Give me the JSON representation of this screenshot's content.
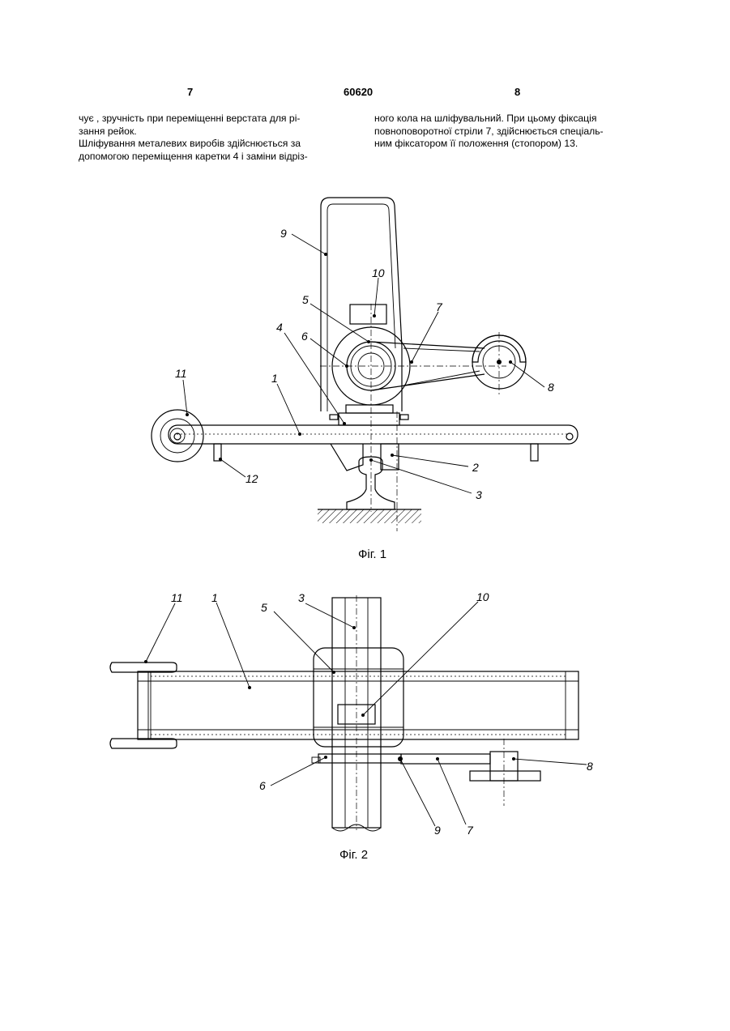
{
  "header": {
    "page_left": "7",
    "patent_number": "60620",
    "page_right": "8"
  },
  "text": {
    "left_col": [
      "чує , зручність при переміщенні верстата для рі-",
      "зання рейок.",
      "Шліфування металевих виробів здійснюється за",
      "допомогою переміщення каретки 4 і заміни відріз-"
    ],
    "right_col": [
      "ного кола на шліфувальний. При цьому фіксація",
      "повноповоротної стріли 7, здійснюється спеціаль-",
      "ним фіксатором її положення (стопором) 13."
    ]
  },
  "figures": {
    "fig1": {
      "caption": "Фіг. 1",
      "labels": {
        "l1": "1",
        "l2": "2",
        "l3": "3",
        "l4": "4",
        "l5": "5",
        "l6": "6",
        "l7": "7",
        "l8": "8",
        "l9": "9",
        "l10": "10",
        "l11": "11",
        "l12": "12"
      }
    },
    "fig2": {
      "caption": "Фіг. 2",
      "labels": {
        "l1": "1",
        "l3": "3",
        "l5": "5",
        "l6": "6",
        "l7": "7",
        "l8": "8",
        "l9": "9",
        "l10": "10",
        "l11": "11"
      }
    }
  }
}
